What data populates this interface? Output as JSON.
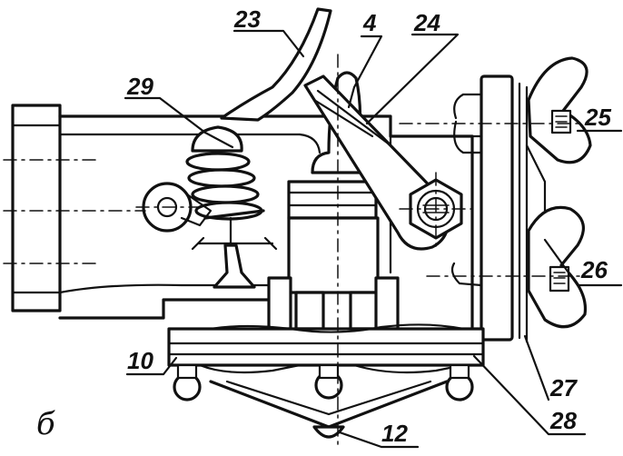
{
  "figure": {
    "sub_label": "б",
    "callouts": [
      {
        "id": "23",
        "text": "23"
      },
      {
        "id": "4",
        "text": "4"
      },
      {
        "id": "24",
        "text": "24"
      },
      {
        "id": "29",
        "text": "29"
      },
      {
        "id": "25",
        "text": "25"
      },
      {
        "id": "26",
        "text": "26"
      },
      {
        "id": "10",
        "text": "10"
      },
      {
        "id": "27",
        "text": "27"
      },
      {
        "id": "28",
        "text": "28"
      },
      {
        "id": "12",
        "text": "12"
      }
    ]
  },
  "colors": {
    "ink": "#111111",
    "paper": "#ffffff"
  }
}
